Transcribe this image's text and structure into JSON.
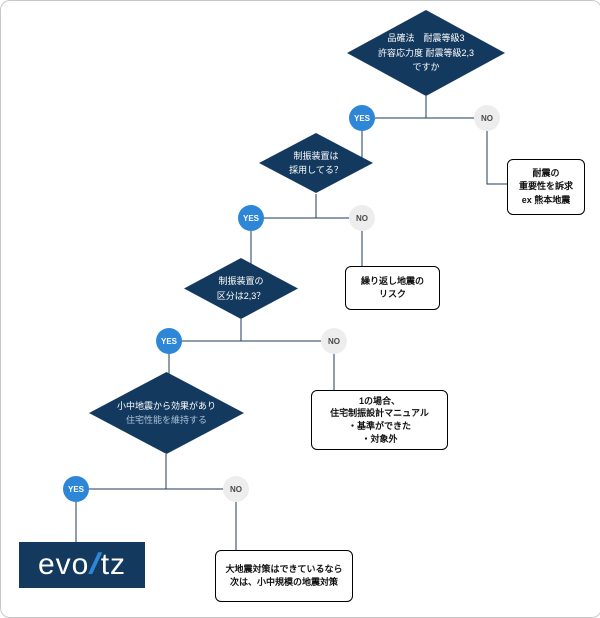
{
  "colors": {
    "diamond": "#14395e",
    "yes": "#2e86d7",
    "no_bg": "#ededed",
    "line": "#1f3a5c"
  },
  "labels": {
    "yes": "YES",
    "no": "NO"
  },
  "nodes": {
    "d1": {
      "lines": [
        "品確法　耐震等級3",
        "許容応力度 耐震等級2,3",
        "ですか"
      ]
    },
    "d2": {
      "lines": [
        "制振装置は",
        "採用してる？"
      ]
    },
    "d3": {
      "lines": [
        "制振装置の",
        "区分は2,3？"
      ]
    },
    "d4": {
      "lines": [
        "小中地震から効果があり",
        "住宅性能を維持する"
      ]
    },
    "b1": {
      "lines": [
        "耐震の",
        "重要性を訴求",
        "ex 熊本地震"
      ]
    },
    "b2": {
      "lines": [
        "繰り返し地震の",
        "リスク"
      ]
    },
    "b3": {
      "lines": [
        "1の場合、",
        "住宅制振設計マニュアル",
        "・基準ができた",
        "・対象外"
      ]
    },
    "b4": {
      "lines": [
        "大地震対策はできているなら",
        "次は、小中規模の地震対策"
      ]
    }
  },
  "logo": {
    "pre": "evo",
    "l": "l",
    "post": "tz"
  }
}
